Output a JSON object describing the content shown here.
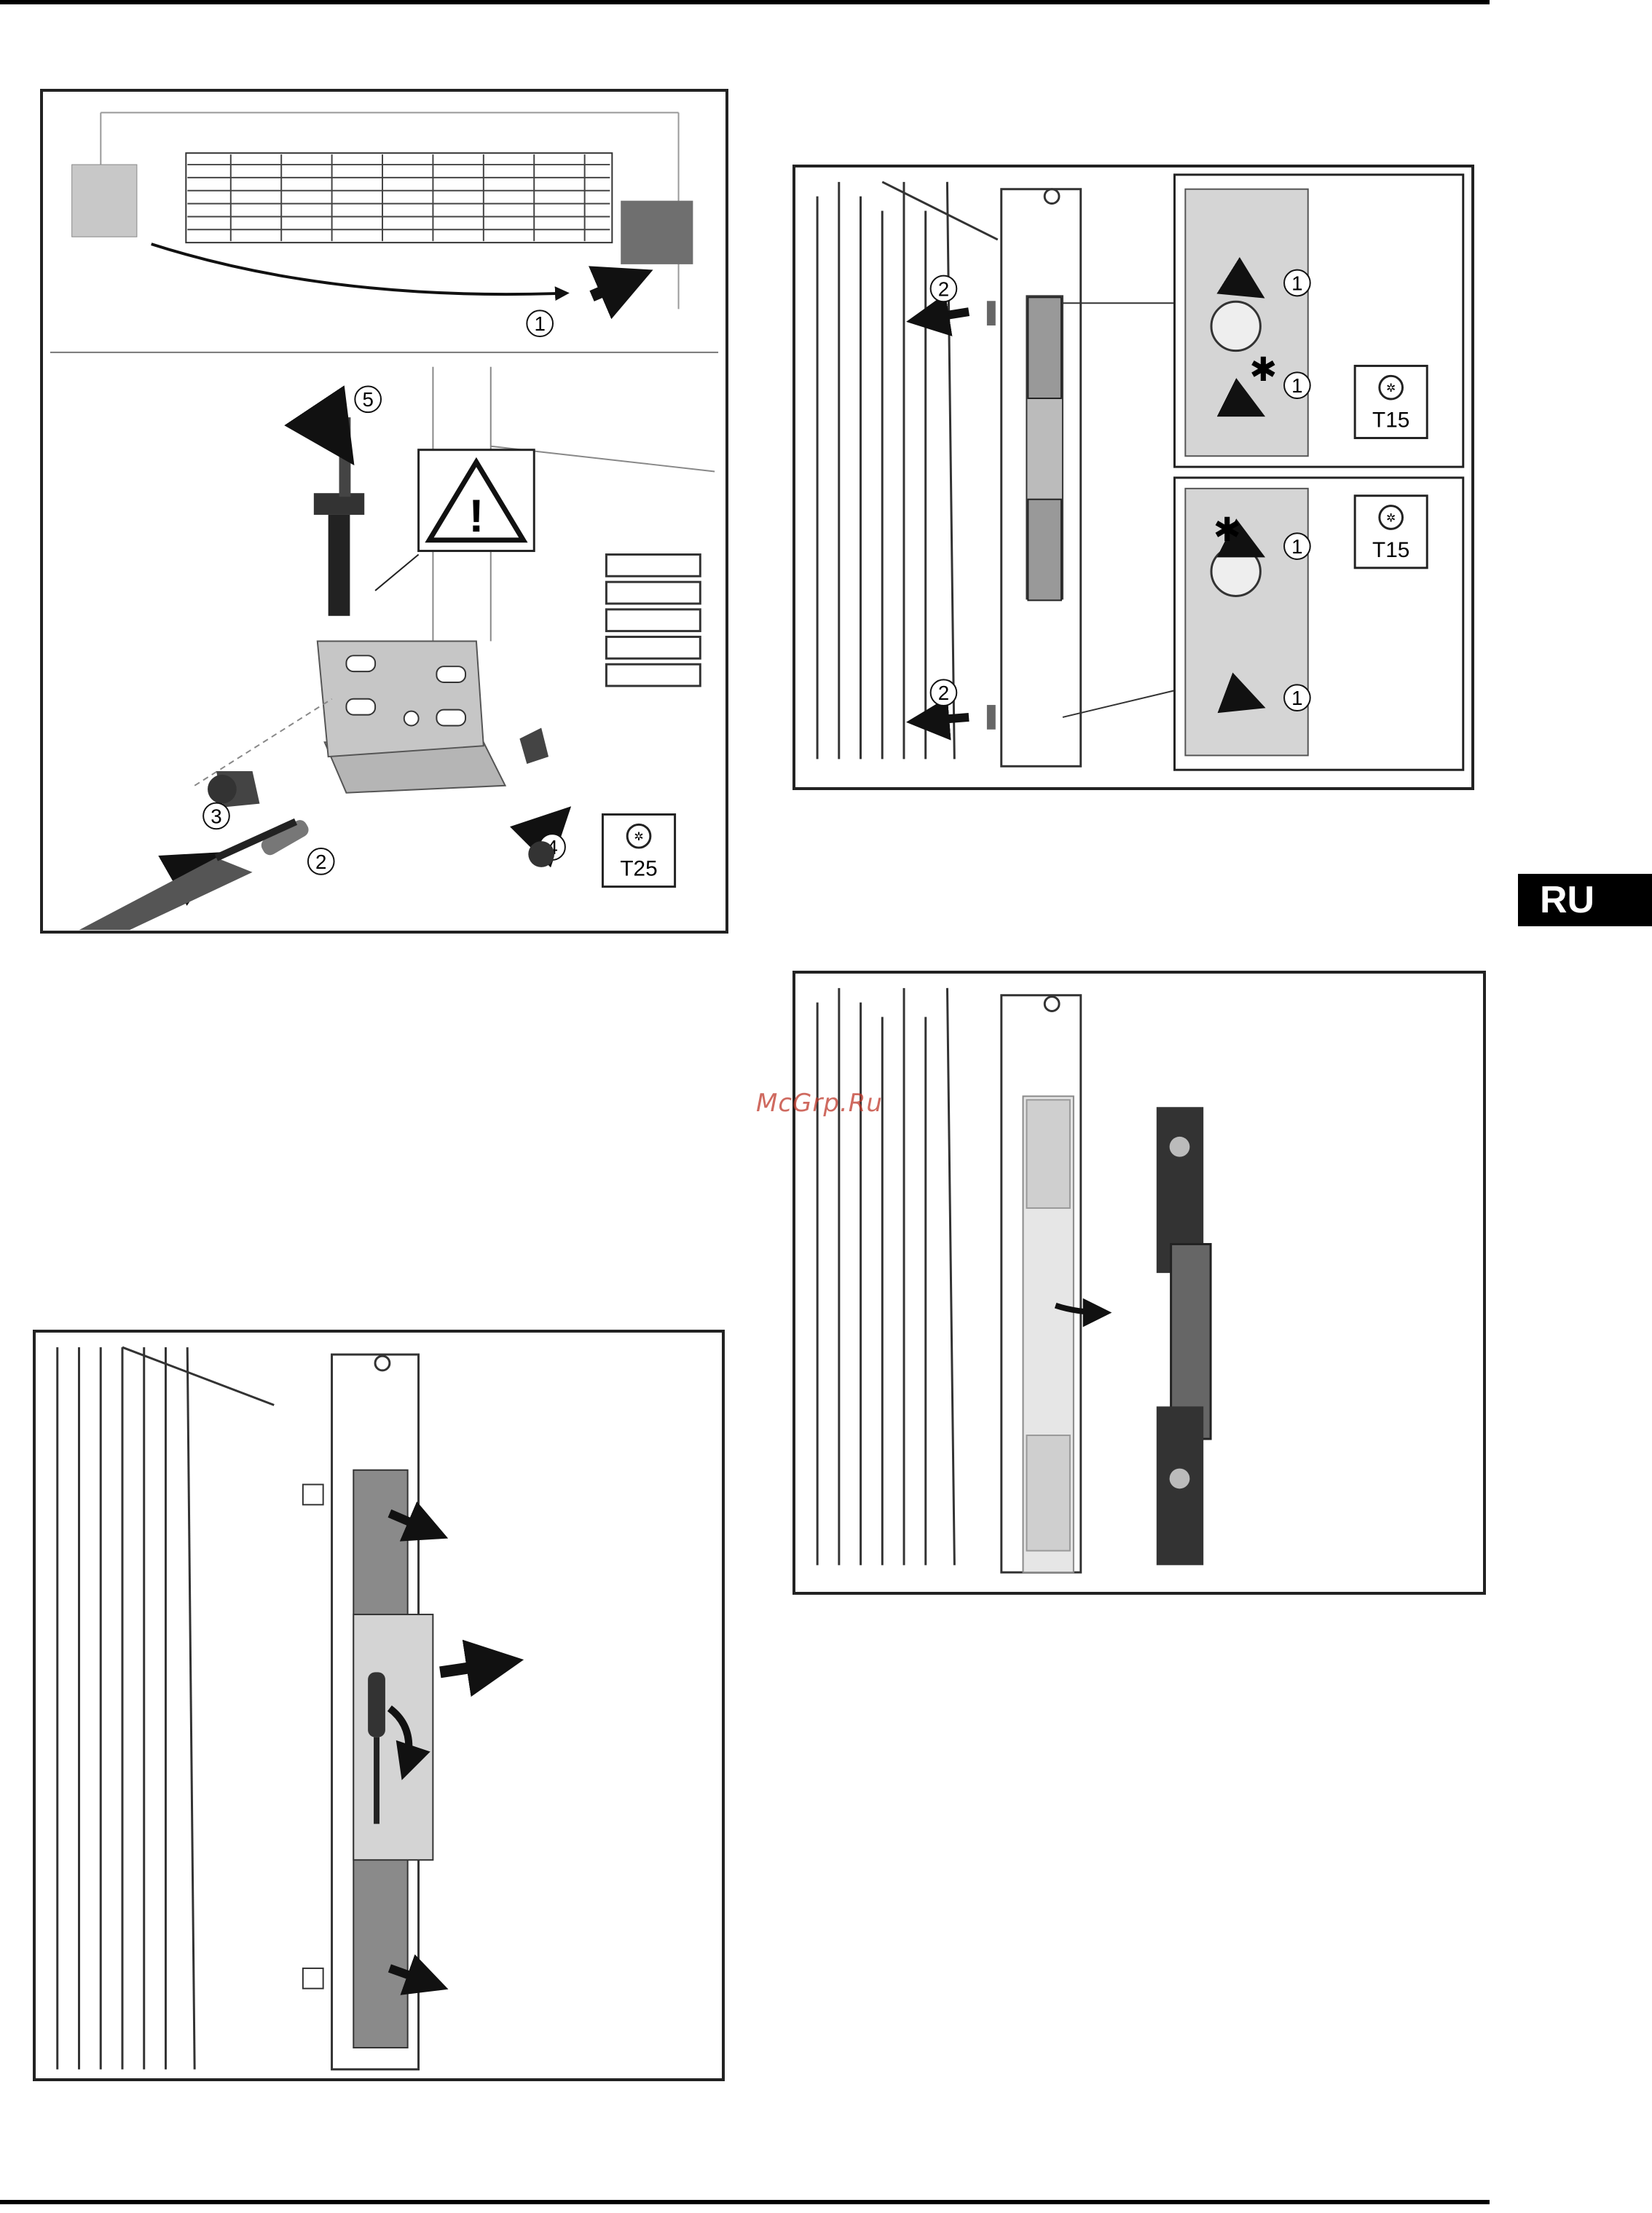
{
  "language_tab": "RU",
  "watermark": "McGrp.Ru",
  "figure1": {
    "callouts": [
      "1",
      "2",
      "3",
      "4",
      "5"
    ],
    "tool_label": "T25",
    "icons": [
      "torx-icon",
      "warning-triangle-icon",
      "screwdriver-icon"
    ]
  },
  "figure2": {
    "callouts": [
      "2",
      "2",
      "1",
      "1",
      "1",
      "1"
    ],
    "tool_labels": [
      "T15",
      "T15"
    ],
    "icons": [
      "torx-icon",
      "asterisk-icon"
    ]
  },
  "figure3": {
    "icons": [
      "arrow-icon"
    ]
  },
  "figure4": {
    "icons": [
      "arrow-icon",
      "screwdriver-icon"
    ]
  }
}
